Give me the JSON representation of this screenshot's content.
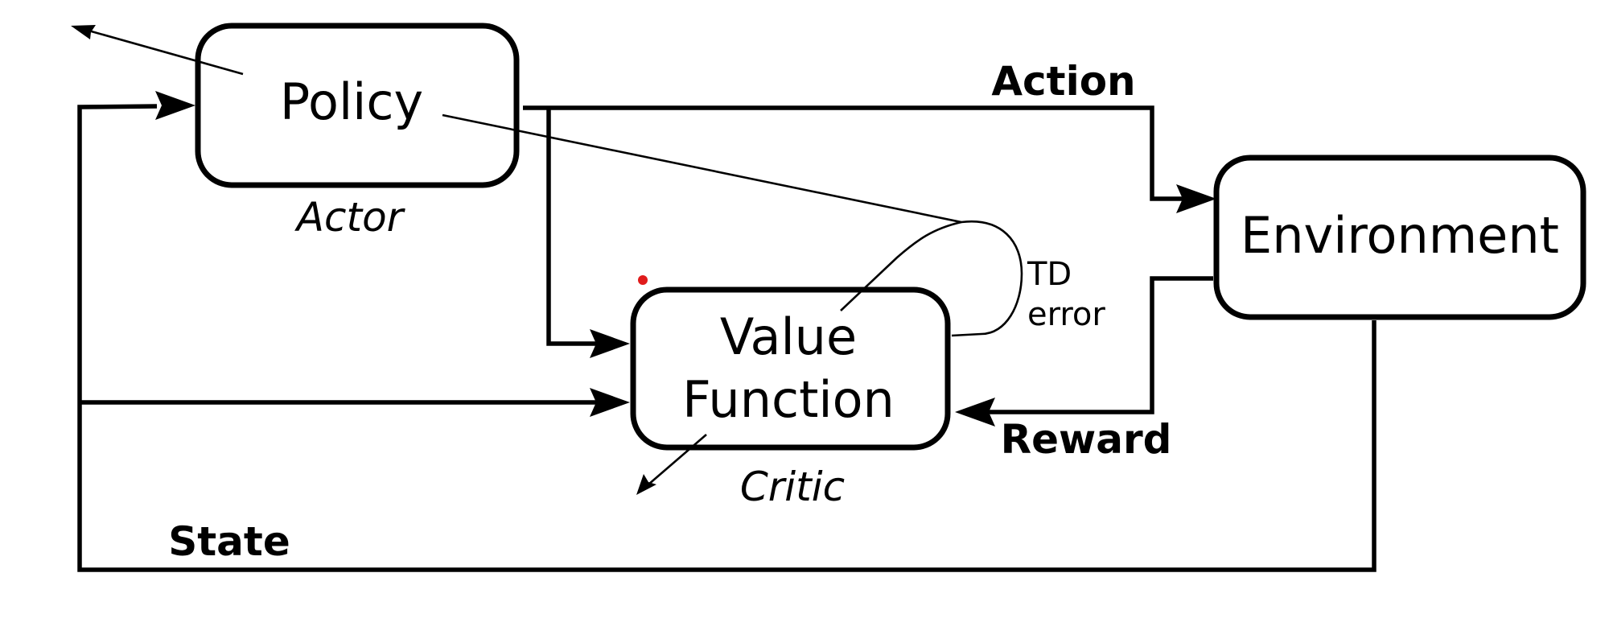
{
  "nodes": {
    "policy": {
      "label": "Policy",
      "role": "Actor"
    },
    "value_function": {
      "label_line1": "Value",
      "label_line2": "Function",
      "role": "Critic"
    },
    "environment": {
      "label": "Environment"
    }
  },
  "signals": {
    "action": "Action",
    "reward": "Reward",
    "state": "State",
    "td_error_line1": "TD",
    "td_error_line2": "error"
  },
  "colors": {
    "stroke": "#000000",
    "background": "#ffffff",
    "marker_dot": "#e01b1b"
  }
}
